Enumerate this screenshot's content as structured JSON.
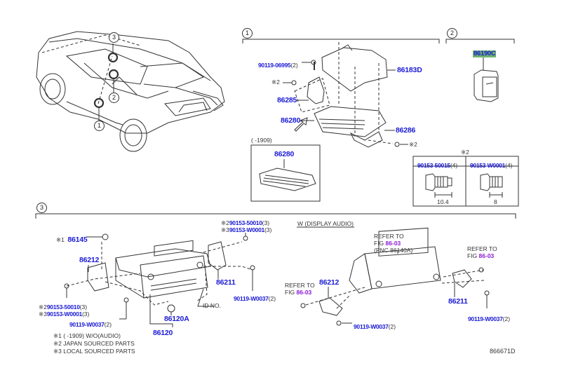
{
  "diagram": {
    "id": "866671D",
    "sections": [
      {
        "index": "1"
      },
      {
        "index": "2"
      },
      {
        "index": "3"
      }
    ],
    "vehicle_callouts": [
      "1",
      "2",
      "3"
    ],
    "section1": {
      "bolt_top": {
        "part": "90119-06995",
        "qty": "(2)"
      },
      "note_mark_left": "※2",
      "note_mark_right": "※2",
      "parts": [
        "86183D",
        "86285",
        "86280",
        "86286"
      ],
      "inset_date": "(      -1909)",
      "inset_part": "86280"
    },
    "section2": {
      "part": "86190C",
      "table_title": "※2",
      "table": [
        {
          "part": "90153-50015",
          "qty": "(4)",
          "dimension": "10.4"
        },
        {
          "part": "90153-W0001",
          "qty": "(4)",
          "dimension": "8"
        }
      ]
    },
    "section3": {
      "left": {
        "p86145": {
          "mark": "※1",
          "part": "86145"
        },
        "p86212": "86212",
        "bolt_left_a": {
          "mark": "※2",
          "part": "90153-50010",
          "qty": "(3)"
        },
        "bolt_left_b": {
          "mark": "※3",
          "part": "90153-W0001",
          "qty": "(3)"
        },
        "bolt_bottom": {
          "part": "90119-W0037",
          "qty": "(2)"
        },
        "bolt_top_a": {
          "mark": "※2",
          "part": "90153-50010",
          "qty": "(3)"
        },
        "bolt_top_b": {
          "mark": "※3",
          "part": "90153-W0001",
          "qty": "(3)"
        },
        "p86211": "86211",
        "bolt_right": {
          "part": "90119-W0037",
          "qty": "(2)"
        },
        "id_no": "ID NO.",
        "p86120A": "86120A",
        "p86120": "86120"
      },
      "right": {
        "variant": "W (DISPLAY AUDIO)",
        "refer_center": {
          "line1": "REFER TO",
          "fig_prefix": "FIG ",
          "fig": "86-03",
          "pnc": "(PNC 86140A)"
        },
        "refer_left": {
          "line1": "REFER TO",
          "fig_prefix": "FIG ",
          "fig": "86-03"
        },
        "refer_right": {
          "line1": "REFER TO",
          "fig_prefix": "FIG ",
          "fig": "86-03"
        },
        "p86212": "86212",
        "p86211": "86211",
        "bolt_bottom": {
          "part": "90119-W0037",
          "qty": "(2)"
        },
        "bolt_right": {
          "part": "90119-W0037",
          "qty": "(2)"
        }
      },
      "legend": [
        "※1 (      -1909) W/O(AUDIO)",
        "※2 JAPAN SOURCED PARTS",
        "※3 LOCAL SOURCED PARTS"
      ]
    }
  }
}
